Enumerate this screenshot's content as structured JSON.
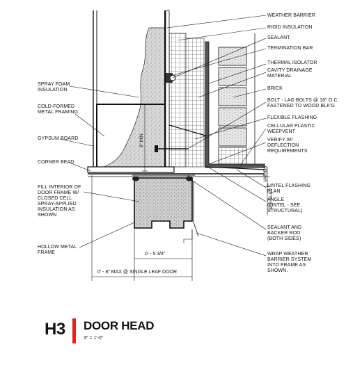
{
  "detail": {
    "id": "H3",
    "title": "DOOR HEAD",
    "scale": "3\" = 1'-0\"",
    "accent_color": "#e2231a"
  },
  "labels_right": [
    "WEATHER BARRIER",
    "RIGID INSULATION",
    "SEALANT",
    "TERMINATION BAR",
    "THERMAL ISOLATOR",
    "CAVITY DRAINAGE\nMATERIAL",
    "BRICK",
    "BOLT - LAG BOLTS @ 16\" O.C.\nFASTENED TO WOOD BLK'G",
    "FLEXIBLE FLASHING",
    "CELLULAR PLASTIC\nWEEPVENT",
    "VERIFY W/\nDEFLECTION\nREQUIREMENTS",
    "LINTEL FLASHING\nPLAN",
    "ANGLE\n(LINTEL - SEE\nSTRUCTURAL)",
    "SEALANT AND\nBACKER ROD\n(BOTH SIDES)",
    "WRAP WEATHER\nBARRIER SYSTEM\nINTO FRAME AS\nSHOWN."
  ],
  "labels_left": [
    "SPRAY FOAM\nINSULATION",
    "COLD-FORMED\nMETAL FRAMING",
    "GYPSUM BOARD",
    "CORNER BEAD",
    "FILL INTERIOR OF\nDOOR FRAME W/\nCLOSED CELL\nSPRAY-APPLIED\nINSULATION AS\nSHOWN",
    "HOLLOW METAL\nFRAME"
  ],
  "dimensions": {
    "stud_depth": "8\" MIN",
    "frame_width": "0' - 5 3/4\"",
    "overall_max": "0' - 8\" MAX @ SINGLE LEAF DOOR",
    "elevation_note": "SEE ELEV",
    "varies_note": "VARIES"
  }
}
